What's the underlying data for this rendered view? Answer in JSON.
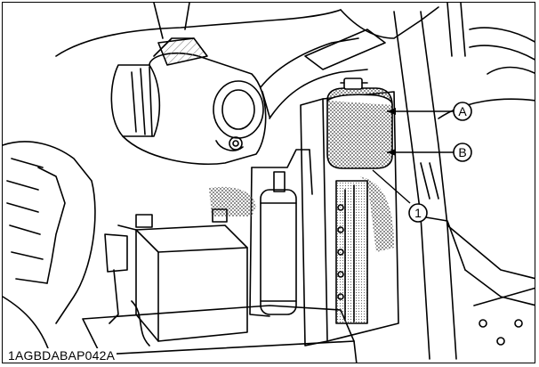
{
  "figure": {
    "code": "1AGBDABAP042A",
    "callouts": [
      {
        "id": "A",
        "label": "A",
        "shape": "circle"
      },
      {
        "id": "B",
        "label": "B",
        "shape": "circle"
      },
      {
        "id": "1",
        "label": "1",
        "shape": "circle"
      }
    ]
  },
  "colors": {
    "line": "#000000",
    "background": "#ffffff",
    "dot-screen": "#555555"
  }
}
